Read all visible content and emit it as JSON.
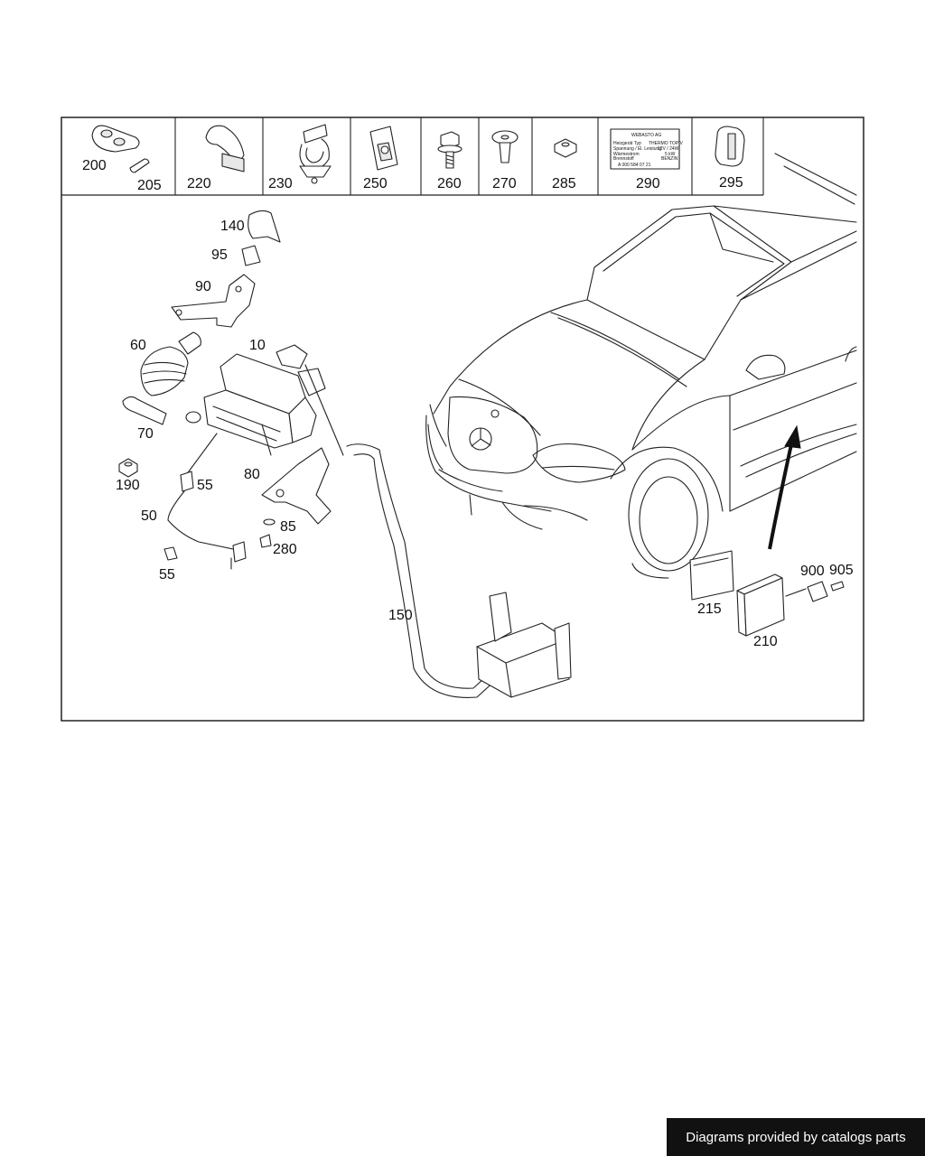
{
  "header_parts": [
    {
      "id": "200",
      "label": "200"
    },
    {
      "id": "205",
      "label": "205"
    },
    {
      "id": "220",
      "label": "220"
    },
    {
      "id": "230",
      "label": "230"
    },
    {
      "id": "250",
      "label": "250"
    },
    {
      "id": "260",
      "label": "260"
    },
    {
      "id": "270",
      "label": "270"
    },
    {
      "id": "285",
      "label": "285"
    },
    {
      "id": "290",
      "label": "290"
    },
    {
      "id": "295",
      "label": "295"
    }
  ],
  "type_plate": {
    "title": "WEBASTO AG",
    "rows": [
      {
        "k": "Heizgerät Typ",
        "v": "THERMO TOP V"
      },
      {
        "k": "Spannung / El. Leistung",
        "v": "12V / 24W"
      },
      {
        "k": "Wärmestrom",
        "v": "5 kW"
      },
      {
        "k": "Brennstoff",
        "v": "BENZIN"
      }
    ],
    "part_no": "A 000 584 07 21"
  },
  "callouts": {
    "c140": "140",
    "c95": "95",
    "c90": "90",
    "c60": "60",
    "c10": "10",
    "c70": "70",
    "c190": "190",
    "c55a": "55",
    "c80": "80",
    "c50": "50",
    "c85": "85",
    "c280": "280",
    "c55b": "55",
    "c150": "150",
    "c215": "215",
    "c210": "210",
    "c900": "900",
    "c905": "905"
  },
  "footer": {
    "text": "Diagrams provided by catalogs parts"
  }
}
